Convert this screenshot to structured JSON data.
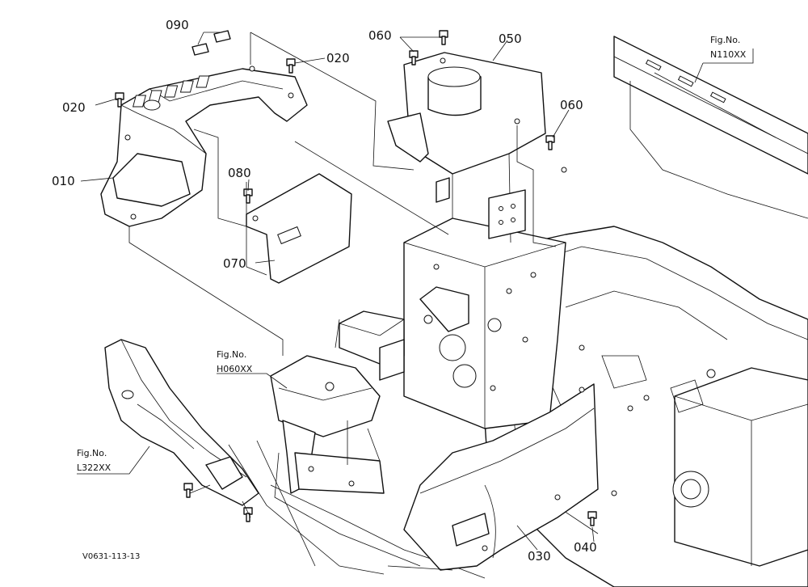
{
  "parts": {
    "p010": "010",
    "p020a": "020",
    "p020b": "020",
    "p030": "030",
    "p040": "040",
    "p050": "050",
    "p060a": "060",
    "p060b": "060",
    "p070": "070",
    "p080": "080",
    "p090": "090"
  },
  "figure_refs": {
    "n110": {
      "line1": "Fig.No.",
      "line2": "N110XX"
    },
    "h060": {
      "line1": "Fig.No.",
      "line2": "H060XX"
    },
    "l322": {
      "line1": "Fig.No.",
      "line2": "L322XX"
    }
  },
  "drawing_code": "V0631-113-13"
}
